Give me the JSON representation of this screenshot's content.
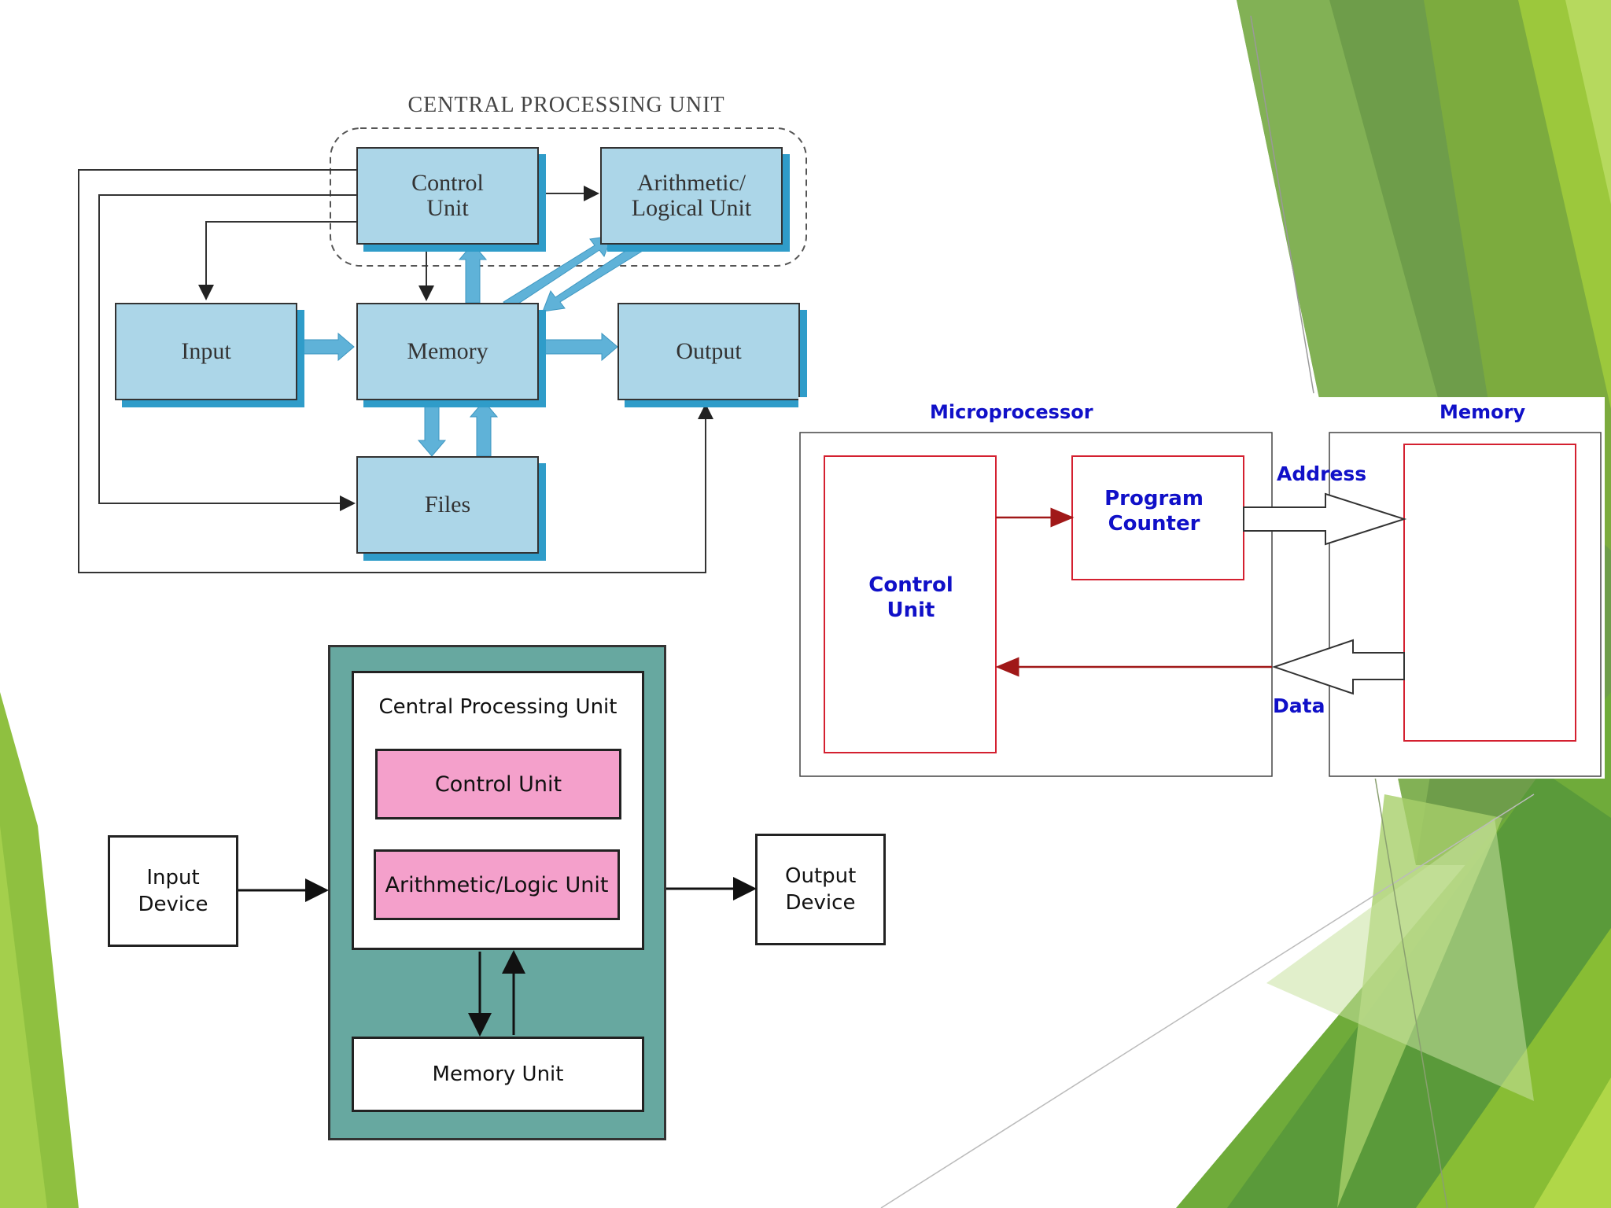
{
  "diagram_cpu_classic": {
    "title": "CENTRAL PROCESSING UNIT",
    "control_unit": "Control Unit",
    "alu": "Arithmetic/ Logical Unit",
    "input": "Input",
    "memory": "Memory",
    "output": "Output",
    "files": "Files"
  },
  "diagram_microprocessor": {
    "microprocessor_label": "Microprocessor",
    "memory_label": "Memory",
    "control_unit": "Control Unit",
    "program_counter": "Program Counter",
    "address_label": "Address",
    "data_label": "Data"
  },
  "diagram_cpu_simple": {
    "cpu_label": "Central Processing Unit",
    "control_unit": "Control Unit",
    "alu": "Arithmetic/Logic Unit",
    "memory_unit": "Memory Unit",
    "input_device": "Input Device",
    "output_device": "Output Device"
  },
  "colors": {
    "block_fill": "#acd6e8",
    "block_shadow": "#2f9cc9",
    "text_blue": "#1010c8",
    "border_red": "#d42030",
    "arrow_red": "#a01818",
    "pink": "#f4a0cb",
    "teal": "#67a8a0",
    "green_dark": "#5a9a3a",
    "green_light": "#9cc83c"
  }
}
